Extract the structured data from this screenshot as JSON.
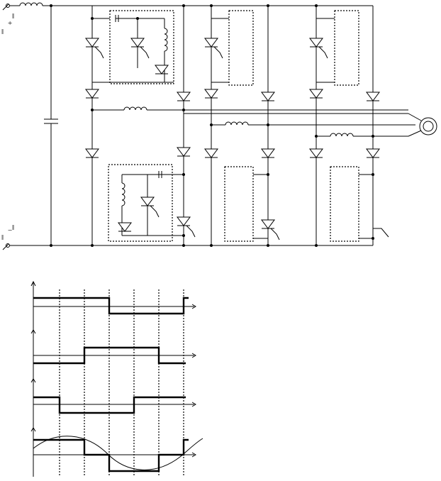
{
  "source": {
    "positive_label": "+",
    "negative_label": "−"
  },
  "diagram": {
    "motor_icon": "motor-symbol",
    "thyristor_icon": "thyristor-symbol",
    "diode_icon": "diode-symbol",
    "inductor_icon": "inductor-symbol",
    "capacitor_icon": "capacitor-symbol"
  },
  "waveforms": {
    "count": 4,
    "phase_shift_levels": [
      "square-a",
      "square-b",
      "square-c",
      "quasi-sine"
    ]
  }
}
